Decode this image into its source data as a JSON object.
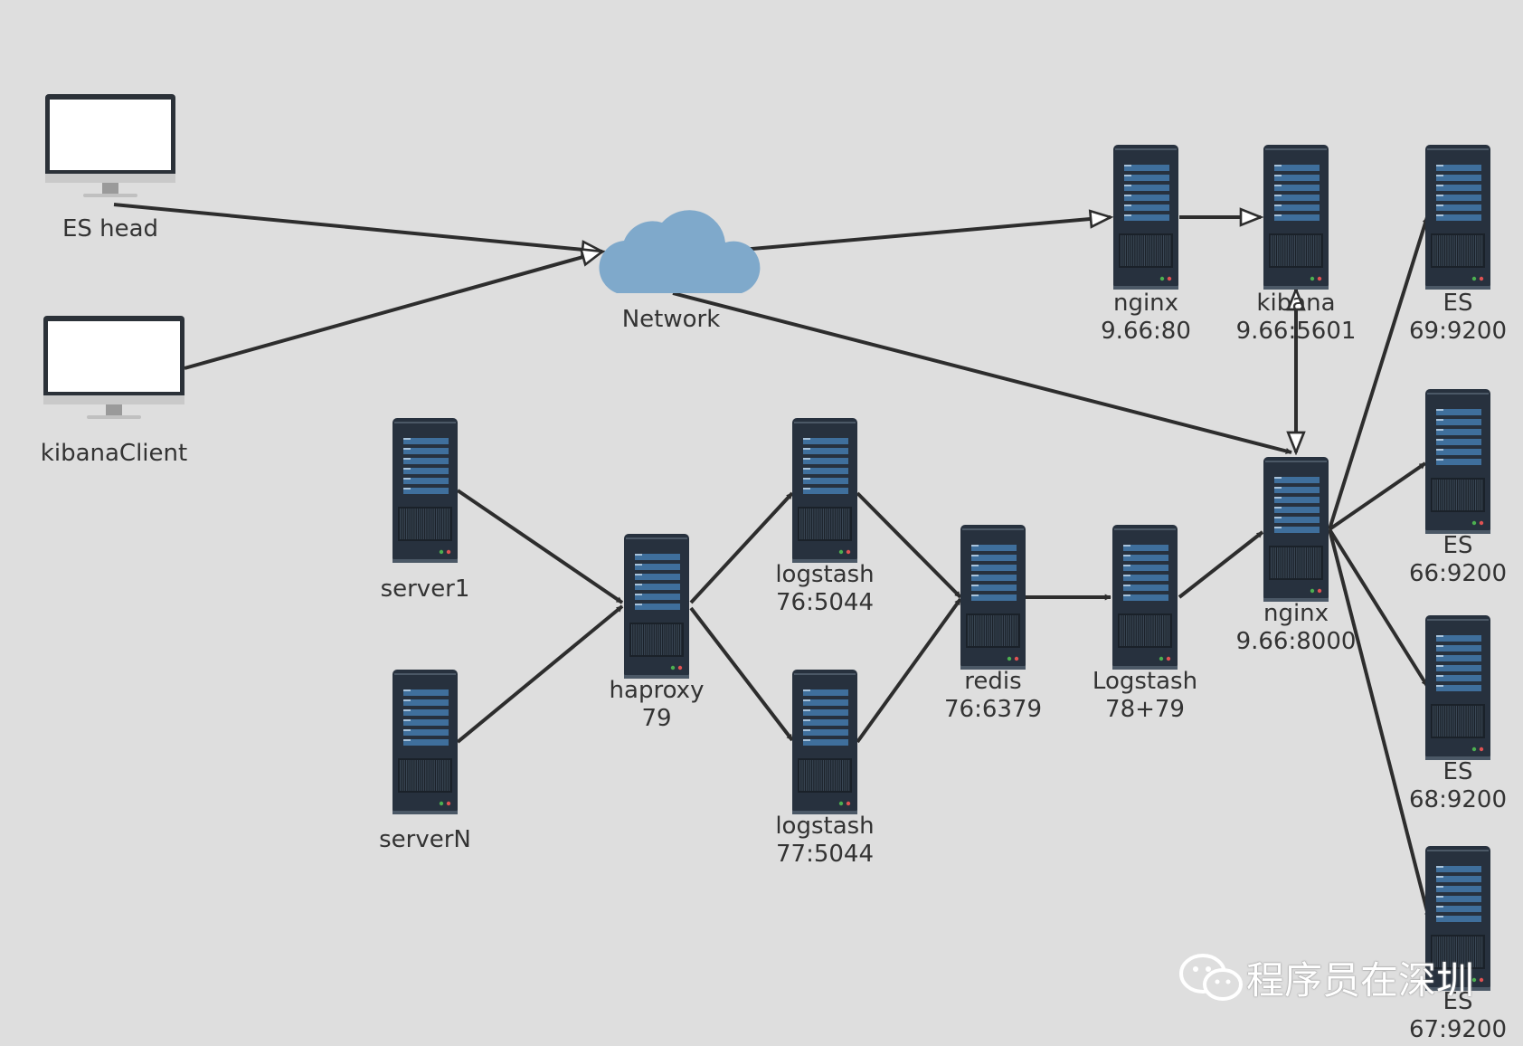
{
  "nodes": [
    {
      "id": "es_head",
      "kind": "monitor",
      "label": [
        "ES head"
      ]
    },
    {
      "id": "kibana_client",
      "kind": "monitor",
      "label": [
        "kibanaClient"
      ]
    },
    {
      "id": "network",
      "kind": "cloud",
      "label": [
        "Network"
      ]
    },
    {
      "id": "nginx_80",
      "kind": "server",
      "label": [
        "nginx",
        "9.66:80"
      ]
    },
    {
      "id": "kibana",
      "kind": "server",
      "label": [
        "kibana",
        "9.66:5601"
      ]
    },
    {
      "id": "es_69",
      "kind": "server",
      "label": [
        "ES",
        "69:9200"
      ]
    },
    {
      "id": "es_66",
      "kind": "server",
      "label": [
        "ES",
        "66:9200"
      ]
    },
    {
      "id": "es_68",
      "kind": "server",
      "label": [
        "ES",
        "68:9200"
      ]
    },
    {
      "id": "es_67",
      "kind": "server",
      "label": [
        "ES",
        "67:9200"
      ]
    },
    {
      "id": "server1",
      "kind": "server",
      "label": [
        "server1"
      ]
    },
    {
      "id": "serverN",
      "kind": "server",
      "label": [
        "serverN"
      ]
    },
    {
      "id": "haproxy",
      "kind": "server",
      "label": [
        "haproxy",
        "79"
      ]
    },
    {
      "id": "logstash_76",
      "kind": "server",
      "label": [
        "logstash",
        "76:5044"
      ]
    },
    {
      "id": "logstash_77",
      "kind": "server",
      "label": [
        "logstash",
        "77:5044"
      ]
    },
    {
      "id": "redis",
      "kind": "server",
      "label": [
        "redis",
        "76:6379"
      ]
    },
    {
      "id": "logstash_78",
      "kind": "server",
      "label": [
        "Logstash",
        "78+79"
      ]
    },
    {
      "id": "nginx_8000",
      "kind": "server",
      "label": [
        "nginx",
        "9.66:8000"
      ]
    }
  ],
  "edges": [
    {
      "from": "es_head",
      "to": "network",
      "style": "open"
    },
    {
      "from": "kibana_client",
      "to": "network",
      "style": "open"
    },
    {
      "from": "network",
      "to": "nginx_80",
      "style": "open"
    },
    {
      "from": "nginx_80",
      "to": "kibana",
      "style": "open"
    },
    {
      "from": "network",
      "to": "nginx_8000",
      "style": "solid"
    },
    {
      "from": "nginx_8000",
      "to": "kibana",
      "style": "open-both"
    },
    {
      "from": "server1",
      "to": "haproxy",
      "style": "solid"
    },
    {
      "from": "serverN",
      "to": "haproxy",
      "style": "solid"
    },
    {
      "from": "haproxy",
      "to": "logstash_76",
      "style": "solid"
    },
    {
      "from": "haproxy",
      "to": "logstash_77",
      "style": "solid"
    },
    {
      "from": "logstash_76",
      "to": "redis",
      "style": "solid"
    },
    {
      "from": "logstash_77",
      "to": "redis",
      "style": "solid"
    },
    {
      "from": "redis",
      "to": "logstash_78",
      "style": "solid"
    },
    {
      "from": "logstash_78",
      "to": "nginx_8000",
      "style": "solid"
    },
    {
      "from": "nginx_8000",
      "to": "es_69",
      "style": "solid"
    },
    {
      "from": "nginx_8000",
      "to": "es_66",
      "style": "solid"
    },
    {
      "from": "nginx_8000",
      "to": "es_68",
      "style": "solid"
    },
    {
      "from": "nginx_8000",
      "to": "es_67",
      "style": "solid"
    }
  ],
  "watermark": {
    "text": "程序员在深圳",
    "icon": "wechat-icon"
  },
  "colors": {
    "background": "#dedede",
    "server": "#27313e",
    "server_accent": "#3f6f9c",
    "cloud": "#7fa9cb",
    "edge": "#2d2d2d"
  }
}
